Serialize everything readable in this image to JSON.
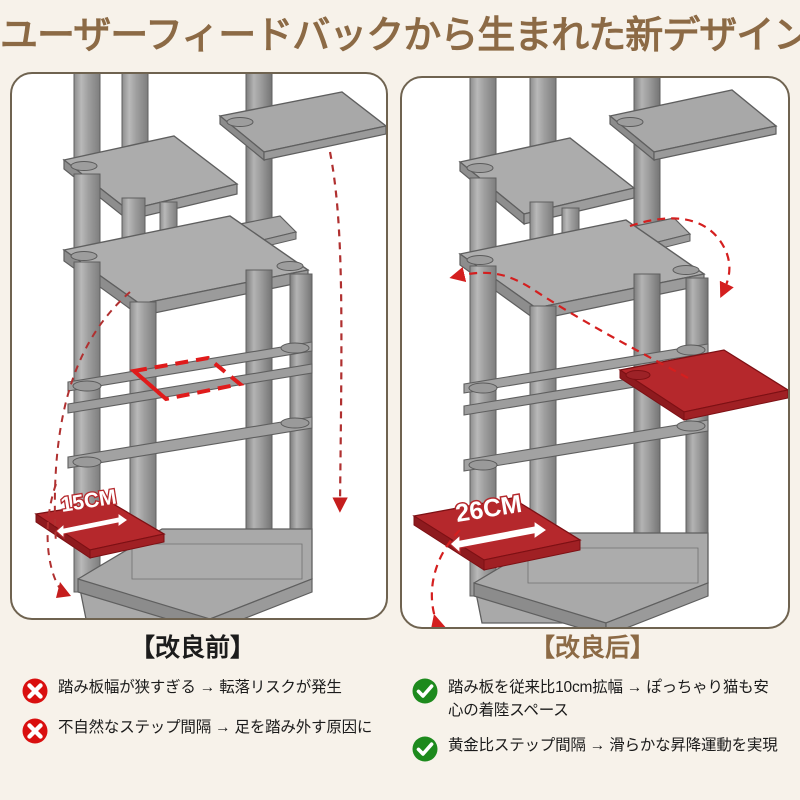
{
  "title": "ユーザーフィードバックから生まれた新デザイン",
  "colors": {
    "background": "#f7f2ea",
    "title_brown": "#8c6a45",
    "panel_border": "#6f6350",
    "panel_fill": "#ffffff",
    "post_gray": "#9a9a9a",
    "board_gray": "#a6a6a6",
    "board_edge": "#6d6d6d",
    "accent_red": "#b92a2e",
    "dashed_red": "#e01b1b",
    "check_green": "#1d8a1d",
    "cross_red": "#d90f0f",
    "text_dark": "#1b1b1b"
  },
  "panels": {
    "before": {
      "name": "改良前",
      "measure_label": "15CM",
      "has_missing_step_outline": true,
      "annotation_arrows": 3
    },
    "after": {
      "name": "改良后",
      "measure_label": "26CM",
      "has_missing_step_outline": false,
      "annotation_arrows": 3
    }
  },
  "captions": {
    "before": "【改良前】",
    "after": "【改良后】"
  },
  "bullets": {
    "before": [
      {
        "icon": "cross-icon",
        "text": "踏み板幅が狭すぎる → 転落リスクが発生"
      },
      {
        "icon": "cross-icon",
        "text": "不自然なステップ間隔 → 足を踏み外す原因に"
      }
    ],
    "after": [
      {
        "icon": "check-icon",
        "text": "踏み板を従来比10cm拡幅 → ぽっちゃり猫も安心の着陸スペース"
      },
      {
        "icon": "check-icon",
        "text": "黄金比ステップ間隔 → 滑らかな昇降運動を実現"
      }
    ]
  }
}
